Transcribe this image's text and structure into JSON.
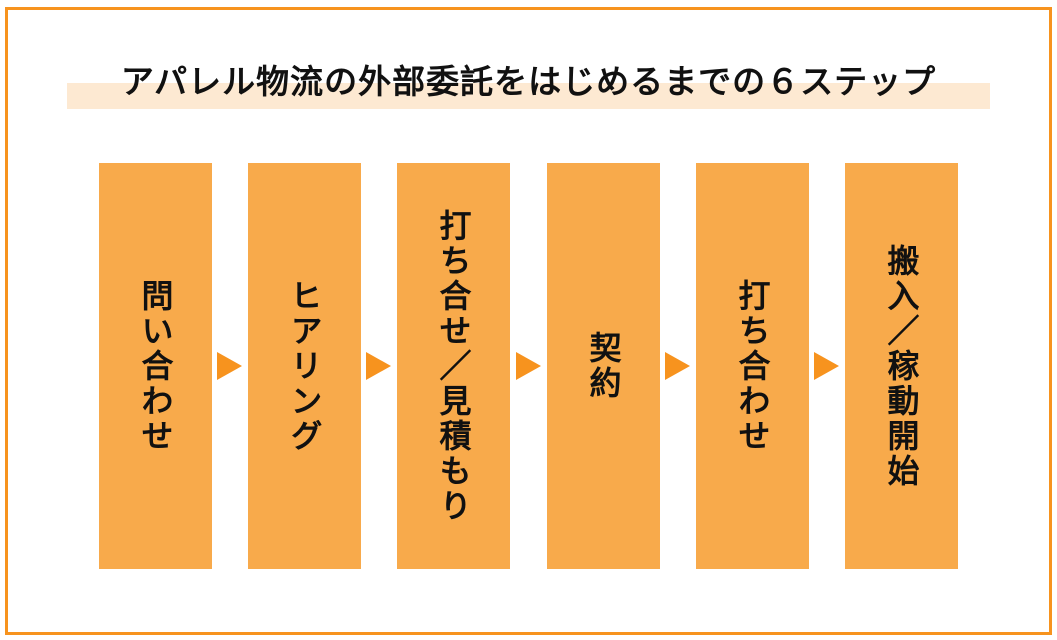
{
  "title": "アパレル物流の外部委託をはじめるまでの６ステップ",
  "colors": {
    "frame": "#F7931E",
    "title_band": "#FDE9D2",
    "step_box": "#F8AA4B",
    "arrow": "#F7931E",
    "text": "#111111"
  },
  "steps": [
    {
      "label": "問い合わせ"
    },
    {
      "label": "ヒアリング"
    },
    {
      "label": "打ち合せ／見積もり"
    },
    {
      "label": "契約"
    },
    {
      "label": "打ち合わせ"
    },
    {
      "label": "搬入／稼動開始"
    }
  ]
}
